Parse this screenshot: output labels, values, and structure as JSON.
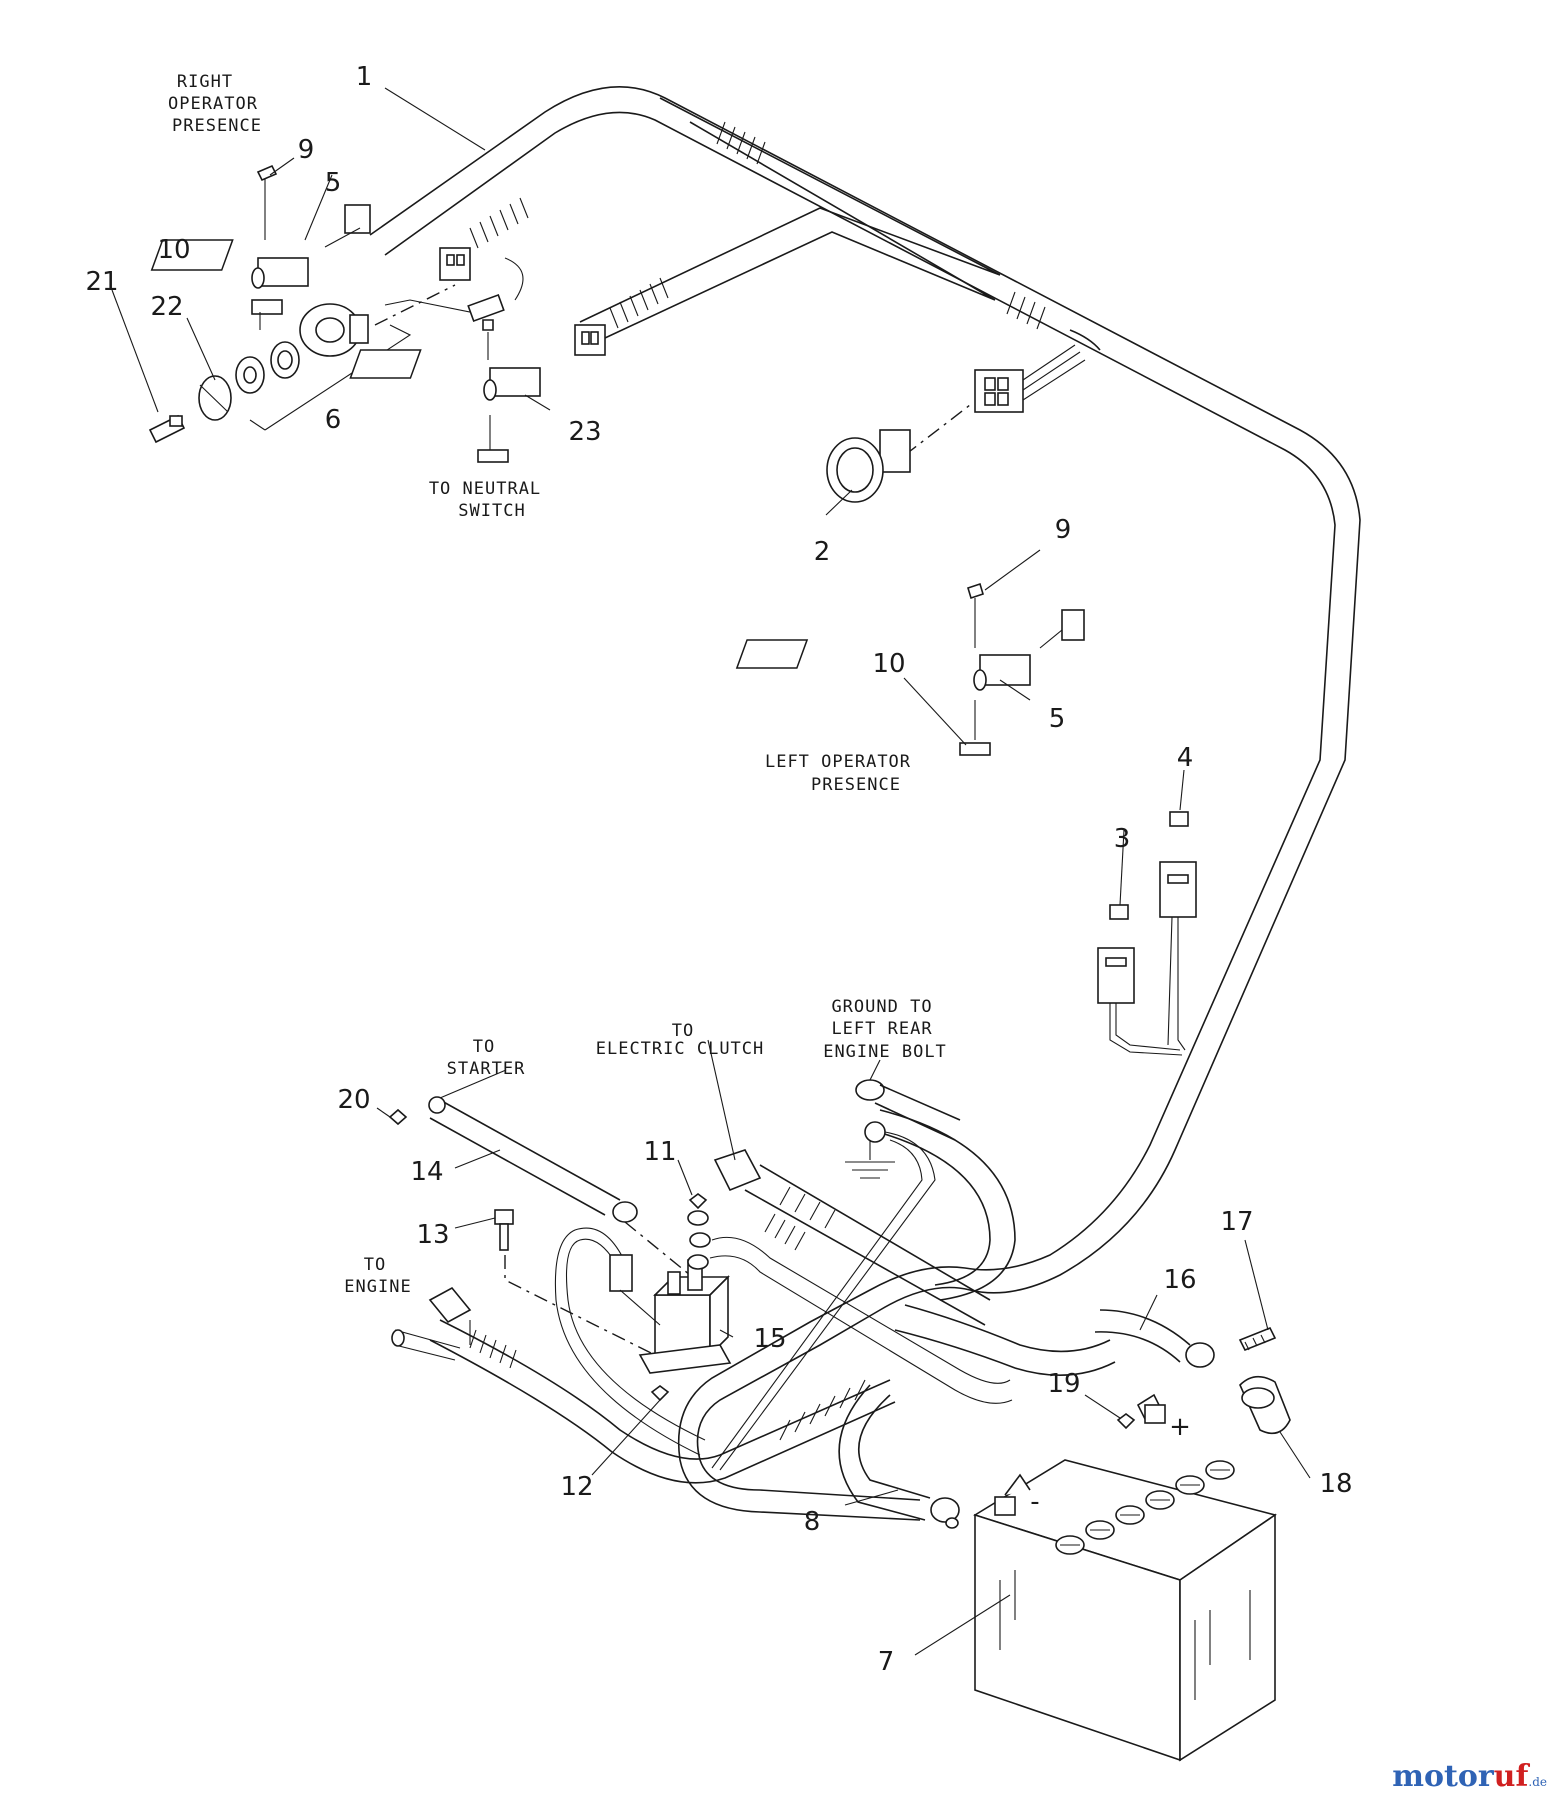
{
  "captions": {
    "right_operator": [
      "RIGHT",
      "OPERATOR",
      "PRESENCE"
    ],
    "neutral_switch": [
      "TO NEUTRAL",
      "SWITCH"
    ],
    "left_operator": [
      "LEFT OPERATOR",
      "PRESENCE"
    ],
    "ground": [
      "GROUND TO",
      "LEFT REAR",
      "ENGINE BOLT"
    ],
    "electric_clutch": [
      "TO",
      "ELECTRIC CLUTCH"
    ],
    "starter": [
      "TO",
      "STARTER"
    ],
    "engine": [
      "TO",
      "ENGINE"
    ]
  },
  "part_numbers": [
    "1",
    "9",
    "5",
    "10",
    "21",
    "22",
    "6",
    "23",
    "2",
    "9",
    "10",
    "5",
    "4",
    "3",
    "20",
    "14",
    "11",
    "13",
    "15",
    "12",
    "16",
    "17",
    "19",
    "18",
    "8",
    "7"
  ],
  "battery_terminals": {
    "positive": "+",
    "negative": "-"
  },
  "watermark": {
    "brand_a": "motor",
    "brand_b": "uf",
    "suffix": ".de"
  }
}
